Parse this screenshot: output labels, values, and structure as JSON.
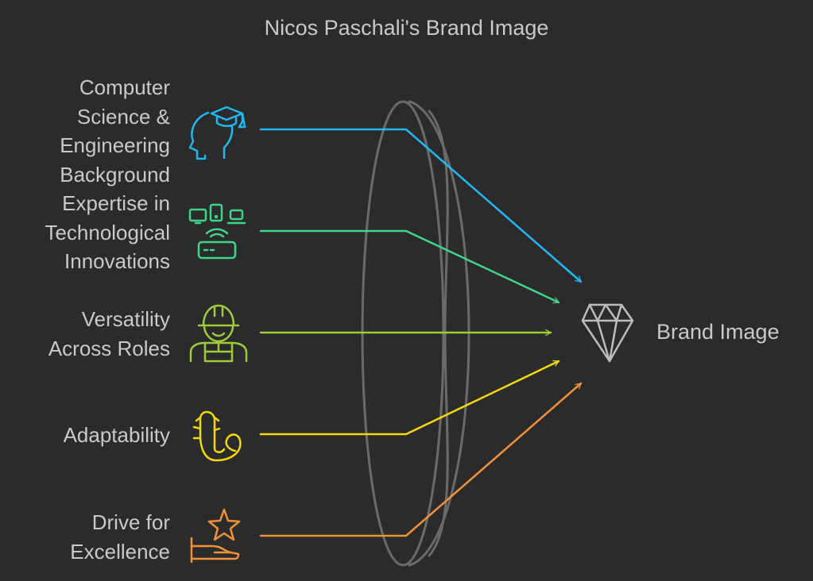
{
  "title": "Nicos Paschali's Brand Image",
  "inputs": [
    {
      "lines": [
        "Computer",
        "Science &",
        "Engineering",
        "Background"
      ],
      "icon": "graduate-head-icon",
      "color": "#1fb8f0"
    },
    {
      "lines": [
        "Expertise in",
        "Technological",
        "Innovations"
      ],
      "icon": "devices-router-icon",
      "color": "#3fd68a"
    },
    {
      "lines": [
        "Versatility",
        "Across Roles"
      ],
      "icon": "worker-icon",
      "color": "#9ccc3a"
    },
    {
      "lines": [
        "Adaptability"
      ],
      "icon": "salamander-icon",
      "color": "#f5d90a"
    },
    {
      "lines": [
        "Drive for",
        "Excellence"
      ],
      "icon": "hand-star-icon",
      "color": "#f0923a"
    }
  ],
  "output": {
    "label": "Brand Image",
    "icon": "diamond-icon"
  },
  "colors": {
    "background": "#2b2b2b",
    "text": "#c9c9c9",
    "lens": "#6a6a6a"
  }
}
